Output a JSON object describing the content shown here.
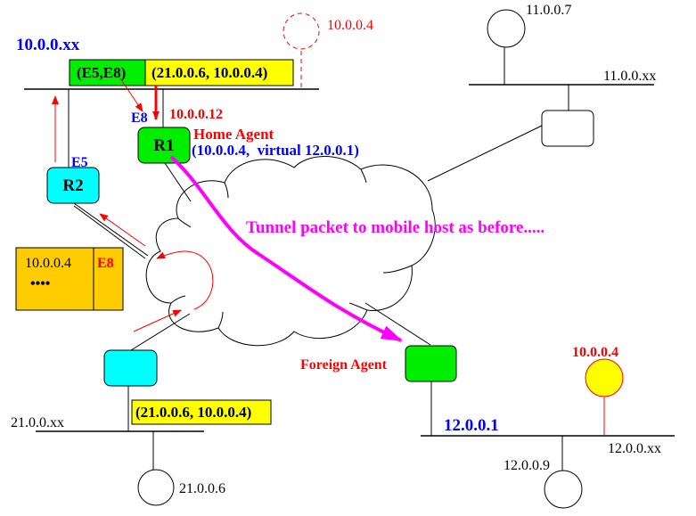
{
  "colors": {
    "router_green": "#00ee00",
    "router_cyan": "#00ffff",
    "packet_yellow": "#ffff00",
    "table_gold": "#ffcc00",
    "label_blue": "#0000ff",
    "label_red": "#ff0000",
    "tunnel_magenta": "#ff00ff",
    "line_black": "#000000"
  },
  "networks": {
    "home": {
      "label": "10.0.0.xx"
    },
    "net11": {
      "label": "11.0.0.xx"
    },
    "net21": {
      "label": "21.0.0.xx"
    },
    "net12": {
      "label": "12.0.0.xx",
      "foreign_addr": "12.0.0.1"
    }
  },
  "hosts": {
    "home_ghost": "10.0.0.4",
    "h11": "11.0.0.7",
    "h21": "21.0.0.6",
    "h12": "12.0.0.9",
    "mobile": "10.0.0.4"
  },
  "routers": {
    "r1": {
      "label": "R1",
      "addr": "10.0.0.12",
      "role": "Home Agent",
      "binding": "(10.0.0.4,  virtual 12.0.0.1)",
      "iface": "E8"
    },
    "r2": {
      "label": "R2",
      "iface": "E5"
    },
    "foreign": {
      "role": "Foreign Agent"
    }
  },
  "packets": {
    "home_header_mac": "(E5,E8)",
    "home_header_ip": "(21.0.0.6, 10.0.0.4)",
    "source_packet": "(21.0.0.6, 10.0.0.4)"
  },
  "routing_table": {
    "rows": [
      {
        "dest": "10.0.0.4",
        "iface": "E8"
      },
      {
        "dest": "••••",
        "iface": ""
      }
    ]
  },
  "tunnel": {
    "label": "Tunnel packet to mobile host as before....."
  }
}
